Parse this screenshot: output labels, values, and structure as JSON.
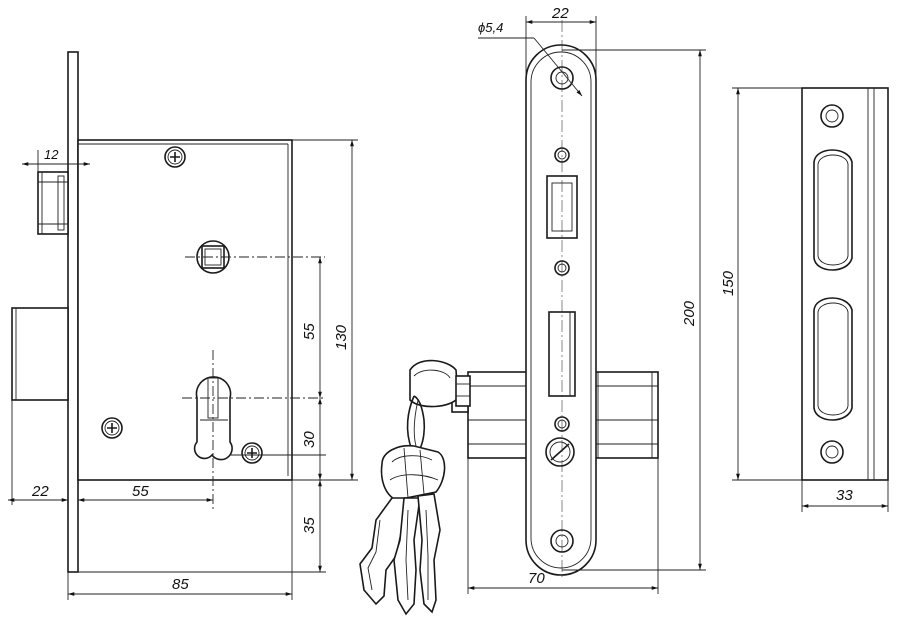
{
  "dimensions": {
    "d12": "12",
    "d22_left": "22",
    "d55_horizontal": "55",
    "d85": "85",
    "d55_vertical": "55",
    "d130": "130",
    "d30": "30",
    "d35": "35",
    "d_phi": "ϕ5,4",
    "d22_top": "22",
    "d200": "200",
    "d70": "70",
    "d150": "150",
    "d33": "33"
  },
  "colors": {
    "line": "#1a1a1a",
    "background": "#ffffff"
  }
}
